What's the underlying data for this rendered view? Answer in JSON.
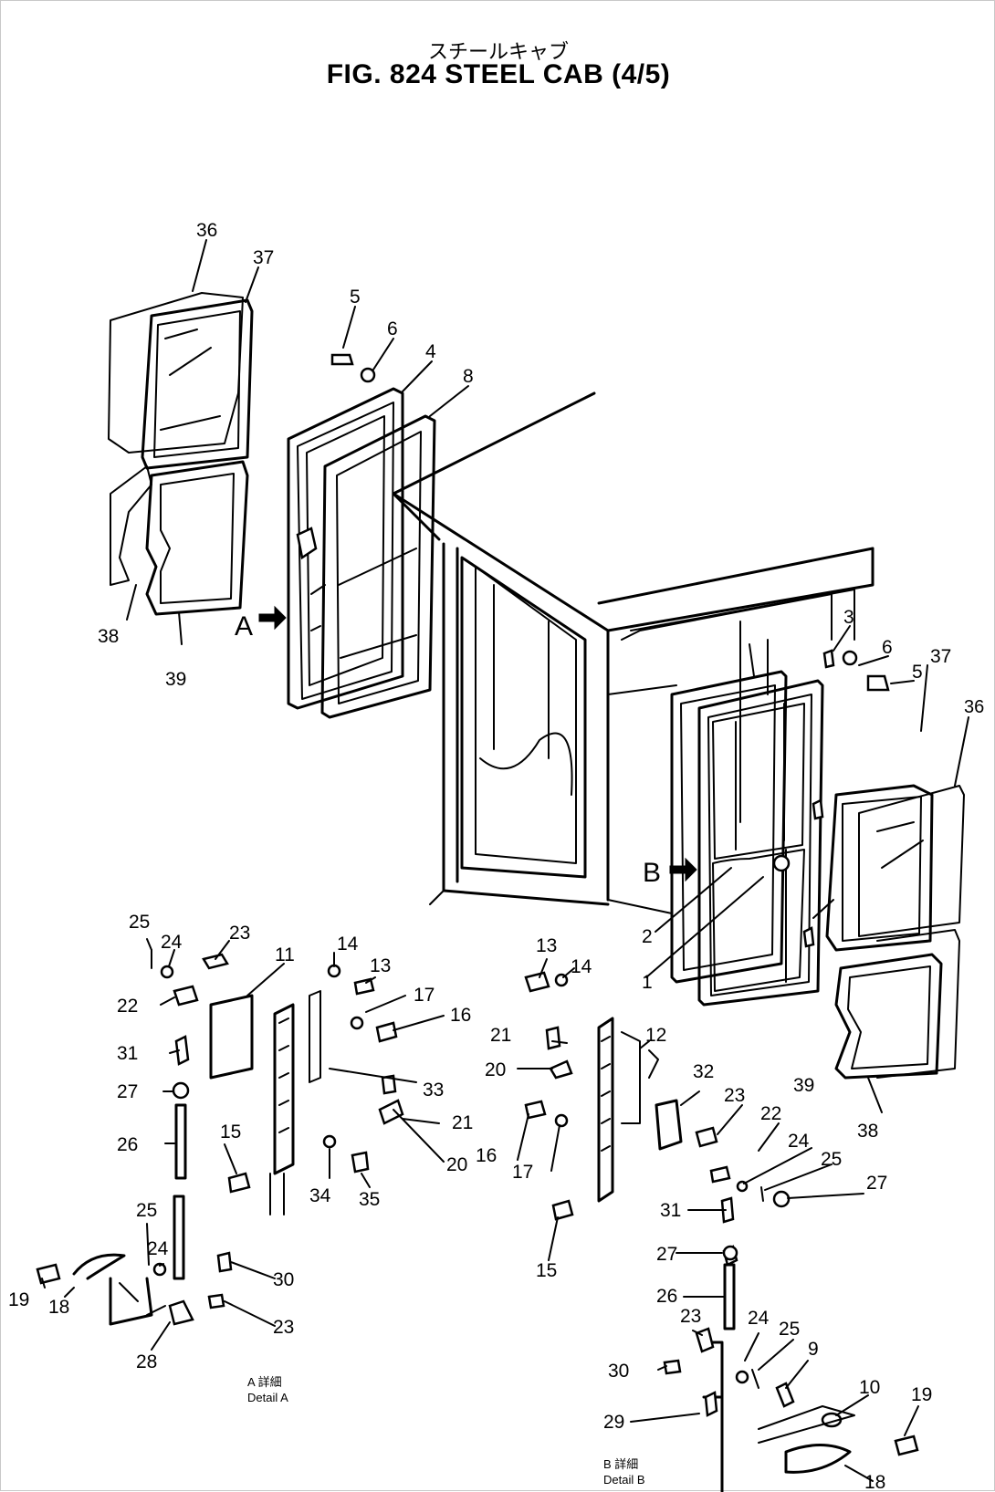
{
  "title_jp": "スチールキャブ",
  "title": "FIG. 824  STEEL CAB (4/5)",
  "view_markers": {
    "a": "A",
    "b": "B"
  },
  "details": {
    "a_caption_jp": "A 詳細",
    "a_caption_en": "Detail A",
    "b_caption_jp": "B 詳細",
    "b_caption_en": "Detail B"
  },
  "callouts": {
    "left_door": [
      "36",
      "37",
      "38",
      "39",
      "5",
      "6",
      "4",
      "8"
    ],
    "right_door": [
      "3",
      "6",
      "5",
      "37",
      "36",
      "39",
      "38",
      "2",
      "1"
    ],
    "detail_a": [
      "25",
      "24",
      "23",
      "11",
      "14",
      "13",
      "17",
      "16",
      "22",
      "31",
      "27",
      "26",
      "15",
      "33",
      "21",
      "20",
      "34",
      "35",
      "25",
      "24",
      "30",
      "23",
      "19",
      "18",
      "28"
    ],
    "detail_b": [
      "13",
      "14",
      "21",
      "12",
      "20",
      "32",
      "23",
      "16",
      "17",
      "22",
      "24",
      "25",
      "27",
      "31",
      "27",
      "15",
      "26",
      "23",
      "24",
      "25",
      "9",
      "30",
      "10",
      "19",
      "29",
      "18"
    ]
  }
}
